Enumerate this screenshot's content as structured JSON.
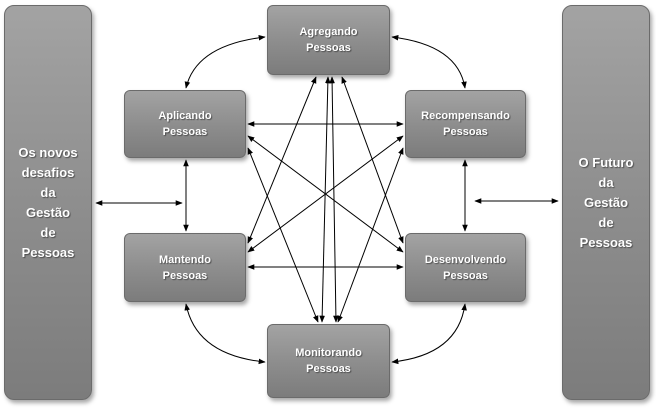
{
  "nodes": {
    "agregando": "Agregando\nPessoas",
    "aplicando": "Aplicando\nPessoas",
    "recompensando": "Recompensando\nPessoas",
    "mantendo": "Mantendo\nPessoas",
    "desenvolvendo": "Desenvolvendo\nPessoas",
    "monitorando": "Monitorando\nPessoas"
  },
  "panels": {
    "left": "Os novos\ndesafios\nda\nGestão\nde\nPessoas",
    "right": "O Futuro\nda\nGestão\nde\nPessoas"
  },
  "colors": {
    "box_fill": "#8e8e8e",
    "box_text": "#ffffff",
    "arrow": "#000000"
  }
}
